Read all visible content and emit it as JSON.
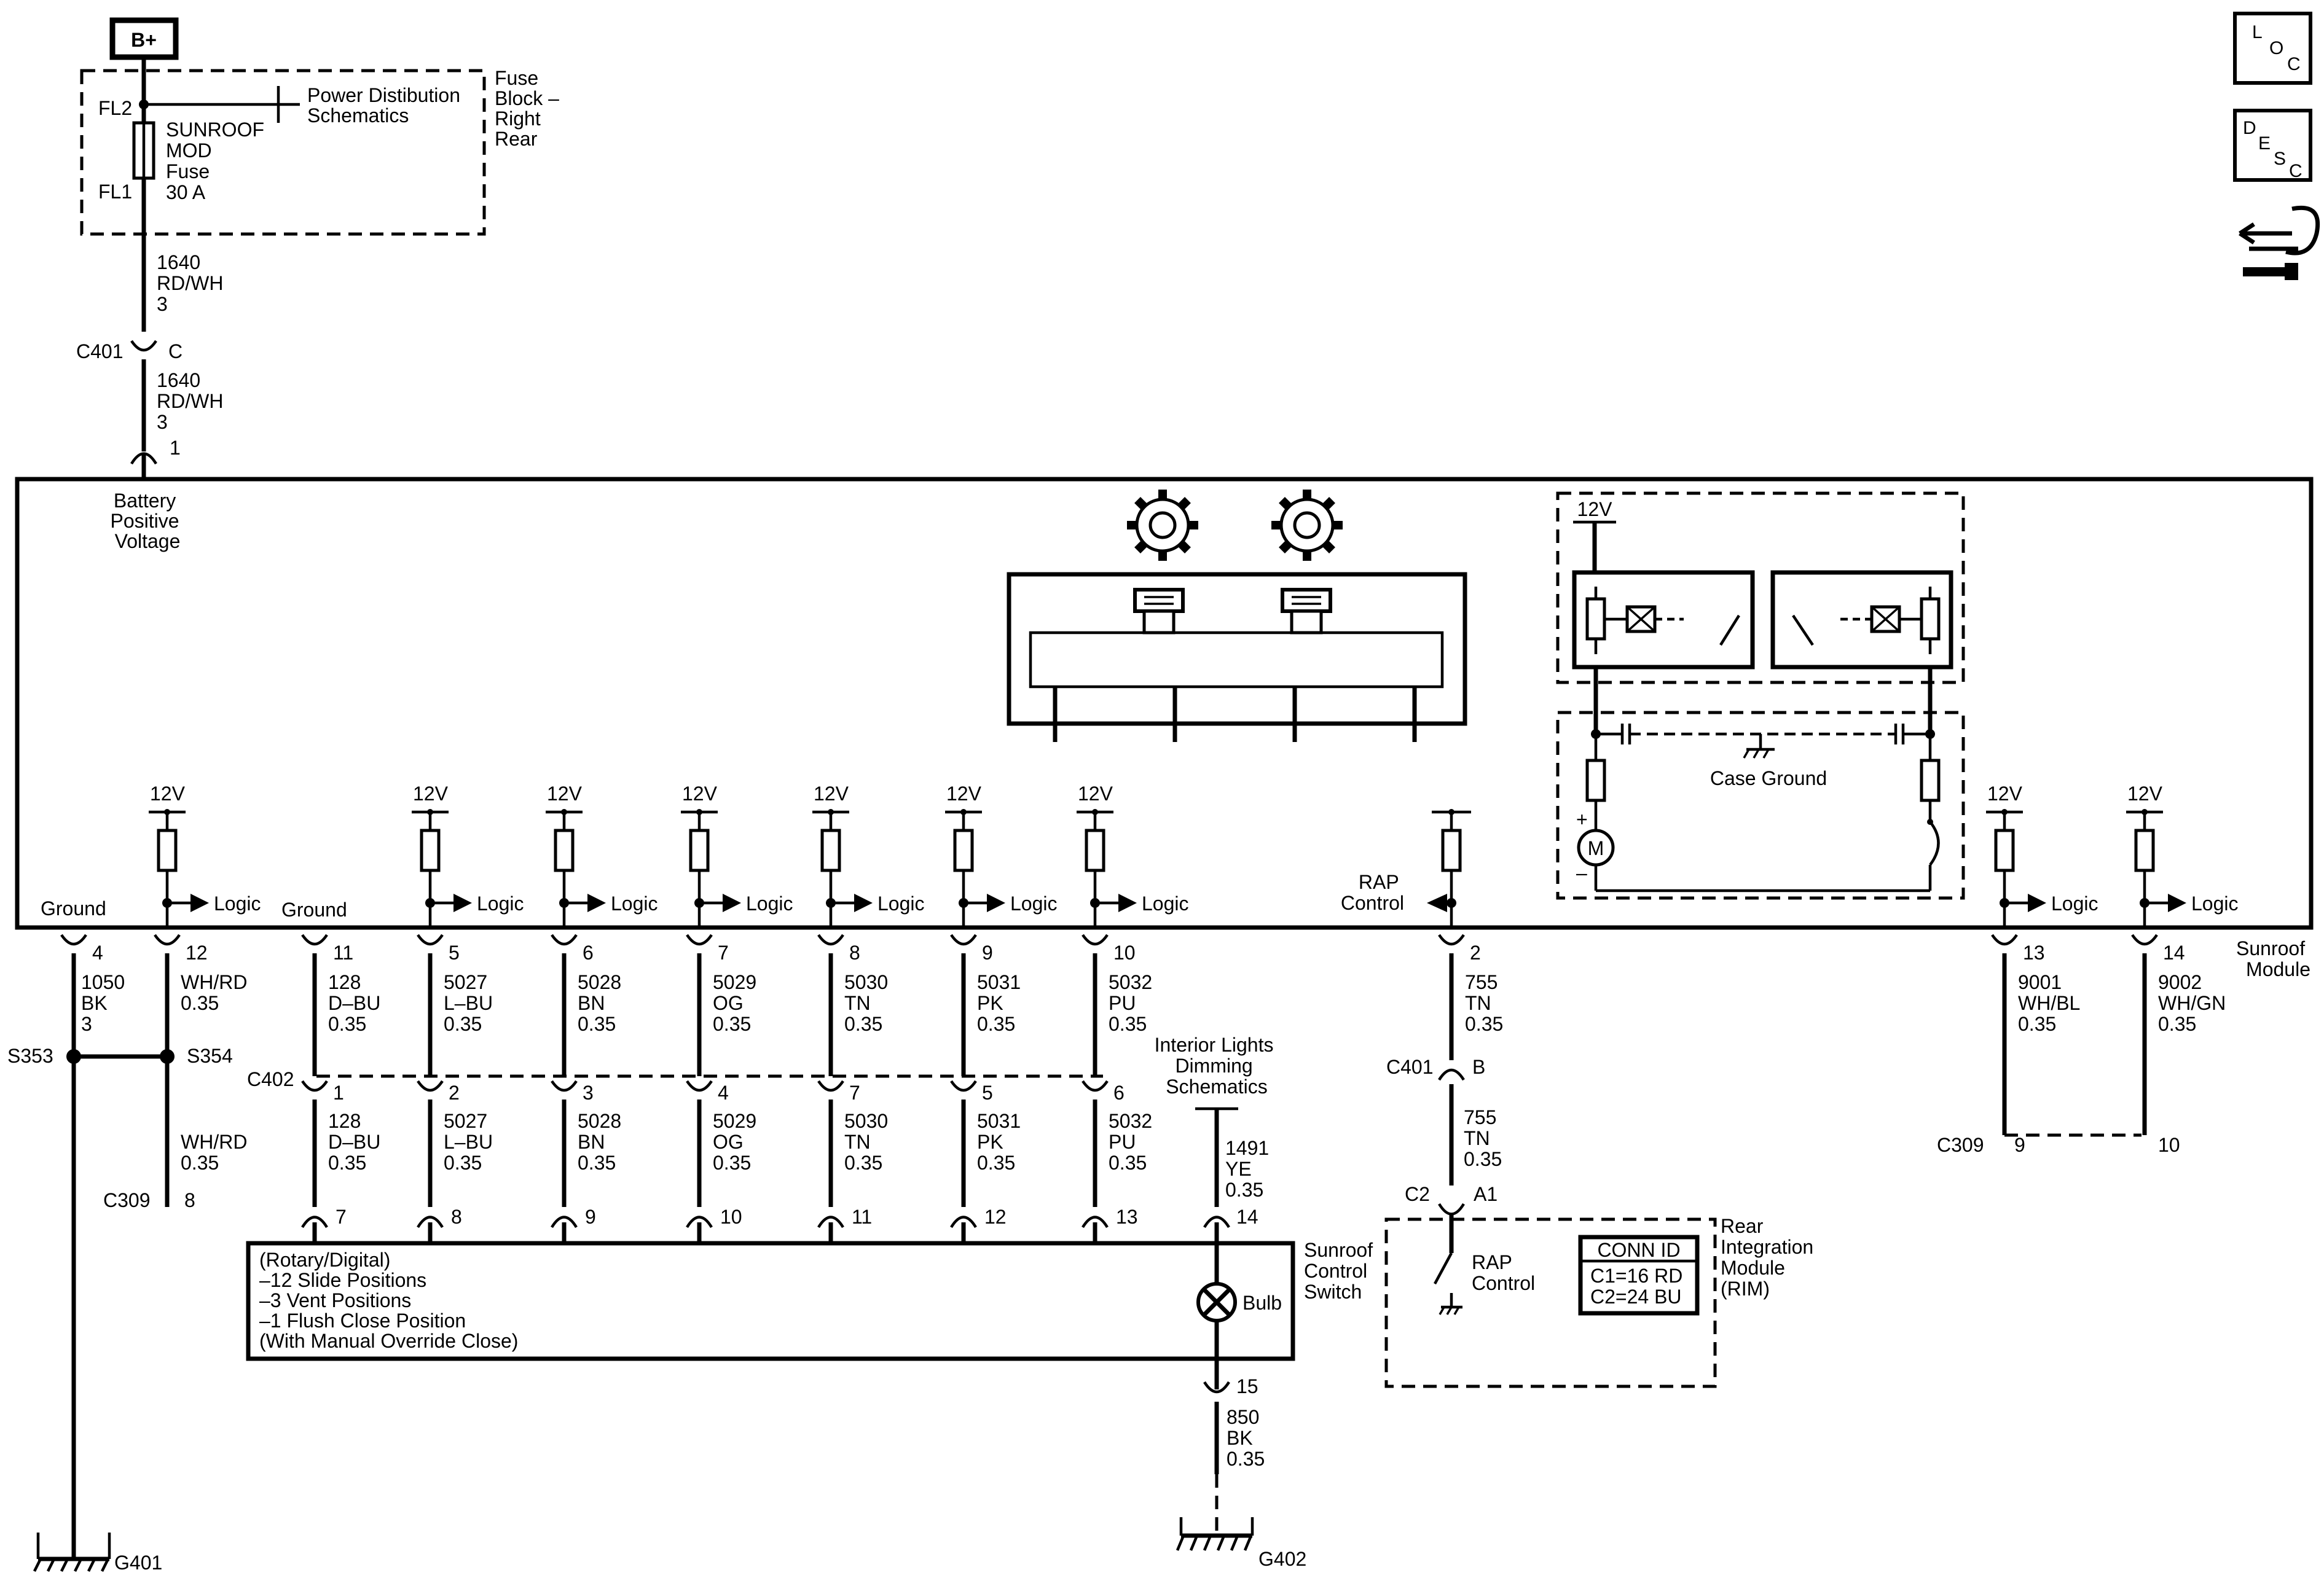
{
  "power": {
    "bplus": "B+",
    "fl2": "FL2",
    "fl1": "FL1",
    "fuse": [
      "SUNROOF",
      "MOD",
      "Fuse",
      "30 A"
    ],
    "power_dist": [
      "Power Distibution",
      "Schematics"
    ],
    "fuse_block": [
      "Fuse",
      "Block –",
      "Right",
      "Rear"
    ],
    "wire_1640": [
      "1640",
      "RD/WH",
      "3"
    ],
    "c401": "C401",
    "c401_pin_c": "C",
    "pin_1": "1"
  },
  "module": {
    "batt_label": [
      "Battery",
      "Positive",
      "Voltage"
    ],
    "name": [
      "Sunroof",
      "Module"
    ],
    "case_ground": "Case Ground",
    "v12": "12V",
    "logic": "Logic",
    "ground": "Ground",
    "rap_control": [
      "RAP",
      "Control"
    ],
    "motor": "M",
    "plus": "+",
    "minus": "–"
  },
  "pins": [
    {
      "pin": "4",
      "circuit": [
        "1050",
        "BK",
        "3"
      ]
    },
    {
      "pin": "12",
      "circuit": [
        "WH/RD",
        "0.35"
      ]
    },
    {
      "pin": "11",
      "circuit": [
        "128",
        "D–BU",
        "0.35"
      ],
      "c402": "1",
      "switch_pin": "7",
      "below": [
        "128",
        "D–BU",
        "0.35"
      ]
    },
    {
      "pin": "5",
      "circuit": [
        "5027",
        "L–BU",
        "0.35"
      ],
      "c402": "2",
      "switch_pin": "8",
      "below": [
        "5027",
        "L–BU",
        "0.35"
      ]
    },
    {
      "pin": "6",
      "circuit": [
        "5028",
        "BN",
        "0.35"
      ],
      "c402": "3",
      "switch_pin": "9",
      "below": [
        "5028",
        "BN",
        "0.35"
      ]
    },
    {
      "pin": "7",
      "circuit": [
        "5029",
        "OG",
        "0.35"
      ],
      "c402": "4",
      "switch_pin": "10",
      "below": [
        "5029",
        "OG",
        "0.35"
      ]
    },
    {
      "pin": "8",
      "circuit": [
        "5030",
        "TN",
        "0.35"
      ],
      "c402": "7",
      "switch_pin": "11",
      "below": [
        "5030",
        "TN",
        "0.35"
      ]
    },
    {
      "pin": "9",
      "circuit": [
        "5031",
        "PK",
        "0.35"
      ],
      "c402": "5",
      "switch_pin": "12",
      "below": [
        "5031",
        "PK",
        "0.35"
      ]
    },
    {
      "pin": "10",
      "circuit": [
        "5032",
        "PU",
        "0.35"
      ],
      "c402": "6",
      "switch_pin": "13",
      "below": [
        "5032",
        "PU",
        "0.35"
      ]
    },
    {
      "pin": "2",
      "circuit": [
        "755",
        "TN",
        "0.35"
      ]
    },
    {
      "pin": "13",
      "circuit": [
        "9001",
        "WH/BL",
        "0.35"
      ]
    },
    {
      "pin": "14",
      "circuit": [
        "9002",
        "WH/GN",
        "0.35"
      ]
    }
  ],
  "splices": {
    "s353": "S353",
    "s354": "S354",
    "wire_wh_rd": [
      "WH/RD",
      "0.35"
    ],
    "c309": "C309",
    "c309_pin_8": "8",
    "c309_pin_9": "9",
    "c309_pin_10": "10",
    "c402": "C402",
    "g401": "G401",
    "g402": "G402"
  },
  "switch": {
    "desc": [
      "(Rotary/Digital)",
      "–12 Slide Positions",
      "–3 Vent Positions",
      "–1 Flush Close Position",
      "(With Manual Override Close)"
    ],
    "name": [
      "Sunroof",
      "Control",
      "Switch"
    ],
    "bulb": "Bulb",
    "pin_14": "14",
    "pin_15": "15",
    "dimming": [
      "Interior Lights",
      "Dimming",
      "Schematics"
    ],
    "wire_1491": [
      "1491",
      "YE",
      "0.35"
    ],
    "wire_850": [
      "850",
      "BK",
      "0.35"
    ]
  },
  "rim": {
    "c401": "C401",
    "c401_pin_b": "B",
    "wire_755": [
      "755",
      "TN",
      "0.35"
    ],
    "c2": "C2",
    "a1": "A1",
    "rap": [
      "RAP",
      "Control"
    ],
    "conn_id": "CONN ID",
    "c1": "C1=16 RD",
    "c2_conn": "C2=24 BU",
    "name": [
      "Rear",
      "Integration",
      "Module",
      "(RIM)"
    ]
  },
  "nav": {
    "loc": [
      "L",
      "O",
      "C"
    ],
    "desc": [
      "D",
      "E",
      "S",
      "C"
    ]
  },
  "icons": [
    "gear-icon",
    "gear-icon",
    "connector-diagram-icon",
    "loc-icon",
    "desc-icon",
    "service-connector-icon",
    "bulb-icon",
    "motor-icon",
    "relay-icon",
    "ground-icon"
  ]
}
